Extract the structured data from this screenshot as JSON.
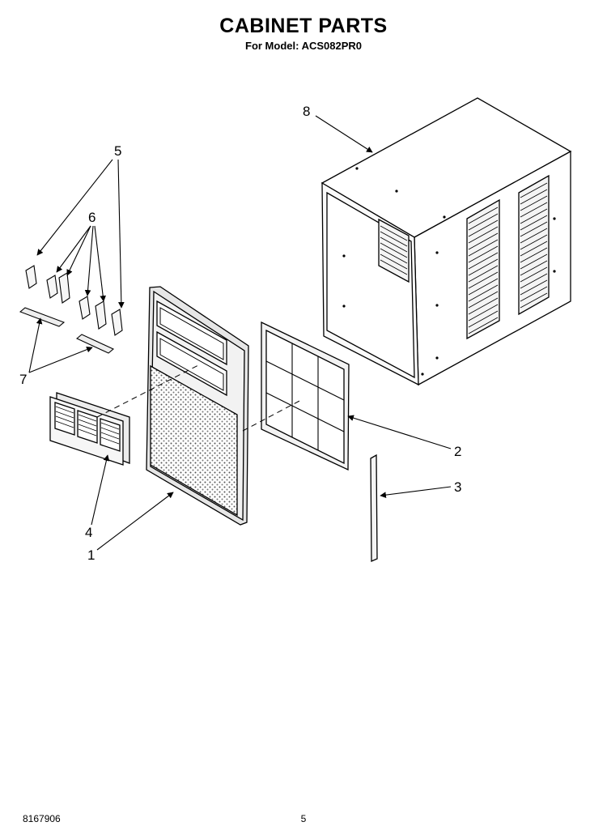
{
  "header": {
    "title": "CABINET PARTS",
    "subtitle": "For Model: ACS082PR0"
  },
  "footer": {
    "doc_number": "8167906",
    "page_number": "5"
  },
  "callouts": [
    {
      "id": "1",
      "label": "1"
    },
    {
      "id": "2",
      "label": "2"
    },
    {
      "id": "3",
      "label": "3"
    },
    {
      "id": "4",
      "label": "4"
    },
    {
      "id": "5",
      "label": "5"
    },
    {
      "id": "6",
      "label": "6"
    },
    {
      "id": "7",
      "label": "7"
    },
    {
      "id": "8",
      "label": "8"
    }
  ]
}
